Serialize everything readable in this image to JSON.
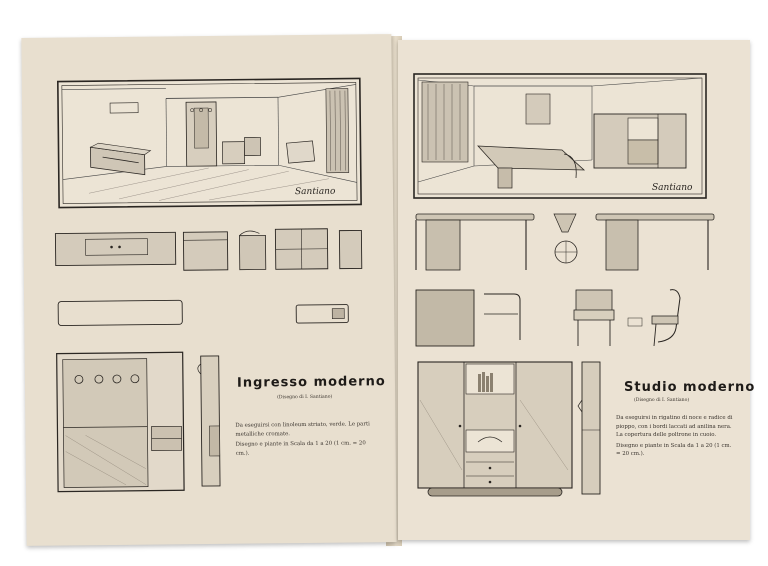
{
  "spread": {
    "left_page": {
      "title": "Ingresso moderno",
      "credit": "(Disegno di I. Santiano)",
      "description_1": "Da eseguirsi con linoleum striato, verde. Le parti metalliche cromate.",
      "description_2": "Disegno e piante in Scala da 1 a 20 (1 cm. = 20 cm.).",
      "signature": "Santiano"
    },
    "right_page": {
      "title": "Studio moderno",
      "credit": "(Disegno di I. Santiano)",
      "description_1": "Da eseguirsi in rigatino di noce e radice di pioppo, con i bordi laccati ad anilina nera. La copertura delle poltrone in cuoio.",
      "description_2": "Disegno e piante in Scala da 1 a 20 (1 cm. = 20 cm.).",
      "signature": "Santiano"
    }
  },
  "colors": {
    "paper": "#e8dfcf",
    "ink": "#2a2622"
  }
}
